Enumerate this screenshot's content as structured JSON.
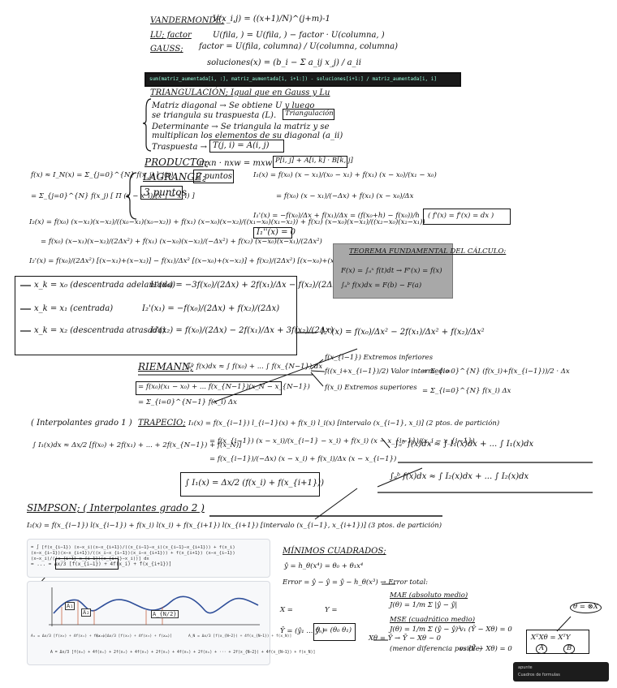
{
  "header": {
    "vandermonde_label": "VANDERMONDE;",
    "vandermonde_formula": "V(x_i,j) = ((x+1)/N)^(j+m)-1",
    "lu_label": "LU; factor",
    "lu_formula_1": "U(fila, ) = U(fila, ) − factor · U(columna, )",
    "lu_formula_2": "factor = U(fila, columna) / U(columna, columna)",
    "gauss_label": "GAUSS;",
    "gauss_formula": "soluciones(x) = (b_i − Σ a_ij x_j) / a_ii"
  },
  "code_bar": "sum(matriz_aumentada[i, :], matriz_aumentada[i, i+1:]) - soluciones[i+1:] / matriz_aumentada[i, i]",
  "triangulacion": {
    "title": "TRIANGULACIÓN; Igual que en Gauss y Lu",
    "line1": "Matriz diagonal → Se obtiene U y luego",
    "line2": "se triangula su traspuesta (L).",
    "line2_box": "Triangulación",
    "line3": "Determinante → Se triangula la matriz y se",
    "line4": "multiplican los elementos de su diagonal (a_ii)",
    "line5": "Traspuesta →",
    "line5_box": "T(j, i) = A(i, j)"
  },
  "producto": {
    "label": "PRODUCTO;",
    "formula": "mxn · nxw = mxw",
    "box": "P[i, j] + A[i, k] · B[k, j]"
  },
  "lagrange": {
    "label": "LAGRANGE;",
    "two_points": "2 puntos",
    "three_points": "3 puntos",
    "lhs": "f(x) ≈ I_N(x) = Σ_{j=0}^{N} f(x_j) l_j(x)",
    "lhs2": "= Σ_{j=0}^{N} f(x_j) [ Π (x − x_i)/(x_j − x_i) ]",
    "two_pts_I": "I₁(x) = f(x₀) (x − x₁)/(x₀ − x₁) + f(x₁) (x − x₀)/(x₁ − x₀)",
    "two_pts_I2": "= f(x₀) (x − x₁)/(−Δx) + f(x₁) (x − x₀)/Δx",
    "two_pts_deriv": "I₁'(x) = −f(x₀)/Δx + f(x₁)/Δx = (f(x₀+h) − f(x₀))/h",
    "two_pts_deriv_box": "( f'(x) = f'(x) = dx )",
    "second_deriv": "I₁''(x) = 0",
    "three_I": "I₂(x) = f(x₀) (x−x₁)(x−x₂)/((x₀−x₁)(x₀−x₂)) + f(x₁) (x−x₀)(x−x₂)/((x₁−x₀)(x₁−x₂)) + f(x₂) (x−x₀)(x−x₁)/((x₂−x₀)(x₂−x₁))",
    "three_I2": "= f(x₀) (x−x₁)(x−x₂)/(2Δx²) + f(x₁) (x−x₀)(x−x₂)/(−Δx²) + f(x₂) (x−x₀)(x−x₁)/(2Δx²)",
    "three_deriv": "I₂'(x) = f(x₀)/(2Δx²) [(x−x₁)+(x−x₂)] − f(x₁)/Δx² [(x−x₀)+(x−x₂)] + f(x₂)/(2Δx²) [(x−x₀)+(x−x₁)]"
  },
  "derivatives_box": {
    "row1_label": "x_k = x₀ (descentrada adelantada)",
    "row1_formula": "I₂'(x₀) = −3f(x₀)/(2Δx) + 2f(x₁)/Δx − f(x₂)/(2Δx)",
    "row2_label": "x_k = x₁ (centrada)",
    "row2_formula": "I₂'(x₁) = −f(x₀)/(2Δx) + f(x₂)/(2Δx)",
    "row3_label": "x_k = x₂ (descentrada atrasada)",
    "row3_formula": "I₂'(x₂) = f(x₀)/(2Δx) − 2f(x₁)/Δx + 3f(x₂)/(2Δx)",
    "second_deriv": "I₂''(x) = f(x₀)/Δx² − 2f(x₁)/Δx² + f(x₂)/Δx²"
  },
  "teorema": {
    "title": "TEOREMA FUNDAMENTAL DEL CÁLCULO:",
    "line1": "F(x) = ∫ₐˣ f(t)dt → F'(x) = f(x)",
    "line2": "∫ₐᵇ f(x)dx = F(b) − F(a)"
  },
  "riemann": {
    "label": "RIEMANN;",
    "formula": "∫ₐᵇ f(x)dx ≈ ∫ f(x₀) + ... ∫ f(x_{N−1}) dx",
    "box_formula": "= f(x₀)(x₁ − x₀) + ... f(x_{N−1})(x_N − x_{N−1})",
    "sum_formula": "= Σ_{i=0}^{N−1} f(x_i) Δx",
    "extremos_inferiores": "f(x_{i−1}) Extremos inferiores",
    "valor_intermedio": "f((x_i+x_{i−1})/2) Valor intermedio",
    "valor_intermedio_sum": "= Σ_{i=0}^{N} (f(x_i)+f(x_{i−1}))/2 · Δx",
    "extremos_superiores": "f(x_i) Extremos superiores",
    "superiores_sum": "= Σ_{i=0}^{N} f(x_i) Δx"
  },
  "trapecio": {
    "interpolantes": "( Interpolantes grado 1 )",
    "label": "TRAPECIO;",
    "formula": "I₁(x) = f(x_{i−1}) l_{i−1}(x) + f(x_i) l_i(x) [intervalo (x_{i−1}, x_i)] (2 ptos. de partición)",
    "integral_formula": "∫ I₁(x)dx ≈ Δx/2 [f(x₀) + 2f(x₁) + ... + 2f(x_{N−1}) + f(x_N)]",
    "expand1": "= f(x_{i−1}) (x − x_i)/(x_{i−1} − x_i) + f(x_i) (x − x_{i−1})/(x_i − x_{i−1})",
    "expand2": "= f(x_{i−1})/(−Δx) (x − x_i) + f(x_i)/Δx (x − x_{i−1})",
    "box_formula": "∫ I₁(x) = Δx/2 (f(x_i) + f(x_{i+1}))",
    "right_integral1": "∫ₐᵇ f(x)dx ≈ ∫ I₁(x)dx + ... ∫ I₁(x)dx",
    "right_integral2": "∫ₐᵇ f(x)dx ≈ ∫ I₂(x)dx + ... ∫ I₂(x)dx"
  },
  "simpson": {
    "label": "SIMPSON; ( Interpolantes grado 2 )",
    "formula": "I₂(x) = f(x_{i−1}) l(x_{i−1}) + f(x_i) l(x_i) + f(x_{i+1}) l(x_{i+1}) [intervalo (x_{i−1}, x_{i+1})] (3 ptos. de partición)",
    "card_line1": "= ∫ [f(x_{i−1}) (x−x_i)(x−x_{i+1})/((x_{i−1}−x_i)(x_{i−1}−x_{i+1})) + f(x_i) (x−x_{i−1})(x−x_{i+1})/((x_i−x_{i−1})(x_i−x_{i+1})) + f(x_{i+1}) (x−x_{i−1})(x−x_i)/((x_{i+1}−x_{i−1})(x_{i+1}−x_i))] dx",
    "card_line2": "= ... = Δx/3 [f(x_{i−1}) + 4f(x_i) + f(x_{i+1})]",
    "chart_areas": [
      "A₁",
      "A₂",
      "A_{N/2}"
    ],
    "chart_area_formulas": [
      "A₁ = Δx/3 [f(x₀) + 4f(x₁) + f(x₂)]",
      "A₂ = Δx/3 [f(x₂) + 4f(x₃) + f(x₄)]",
      "...",
      "A_N = Δx/3 [f(x_{N−2}) + 4f(x_{N−1}) + f(x_N)]"
    ],
    "chart_total": "A = Δx/3 [f(x₀) + 4f(x₁) + 2f(x₂) + 4f(x₃) + 2f(x₄) + 4f(x₅) + 2f(x₆) + ··· + 2f(x_{N−2}) + 4f(x_{N−1}) + f(x_N)]"
  },
  "minimos": {
    "title": "MÍNIMOS CUADRADOS;",
    "model": "ŷ = h_θ(x⁴) = θ₀ + θ₁x⁴",
    "error": "Error = ŷ − ŷ = ŷ − h_θ(x³) → Error total:",
    "mae_title": "MAE (absoluto medio)",
    "mae_formula": "J(θ) = 1/m Σ |ŷ − ŷ|",
    "mse_title": "MSE (cuadrático medio)",
    "mse_formula": "J(θ) = 1/m Σ (ŷ − ŷ)²",
    "x_label": "X =",
    "y_label": "Y =",
    "y_bar": "Ȳ = (ŷ₁ ... ŷₙ)",
    "theta_box": "θ = (θ₀ θ₁)",
    "xtheta": "Xθ = Ȳ → Ȳ − Xθ ~ 0",
    "menor": "(menor diferencia posible)",
    "v1": "v₁ (Ȳ − Xθ) = 0",
    "v2": "v₂ (Ȳ − Xθ) = 0",
    "normal_box": "XᵀXθ = XᵀY",
    "label_a": "A",
    "label_b": "B",
    "theta_circle": "θ = ⊗X"
  },
  "toast": {
    "line1": "apunte",
    "line2": "Cuadros de formulas"
  }
}
